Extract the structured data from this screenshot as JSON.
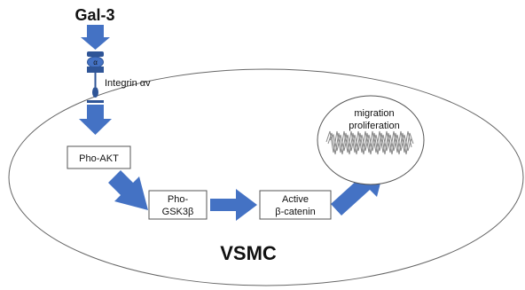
{
  "diagram": {
    "ligand": "Gal-3",
    "receptor_label": "Integrin αv",
    "receptor_symbol": "α",
    "nodes": {
      "pho_akt": "Pho-AKT",
      "pho_gsk_line1": "Pho-",
      "pho_gsk_line2": "GSK3β",
      "active_line1": "Active",
      "active_line2": "β-catenin"
    },
    "outcome": {
      "line1": "migration",
      "line2": "proliferation"
    },
    "cell_label": "VSMC",
    "colors": {
      "arrow": "#4472C4",
      "arrow_dark": "#2F5597",
      "outline": "#666666",
      "coil": "#888888"
    }
  }
}
